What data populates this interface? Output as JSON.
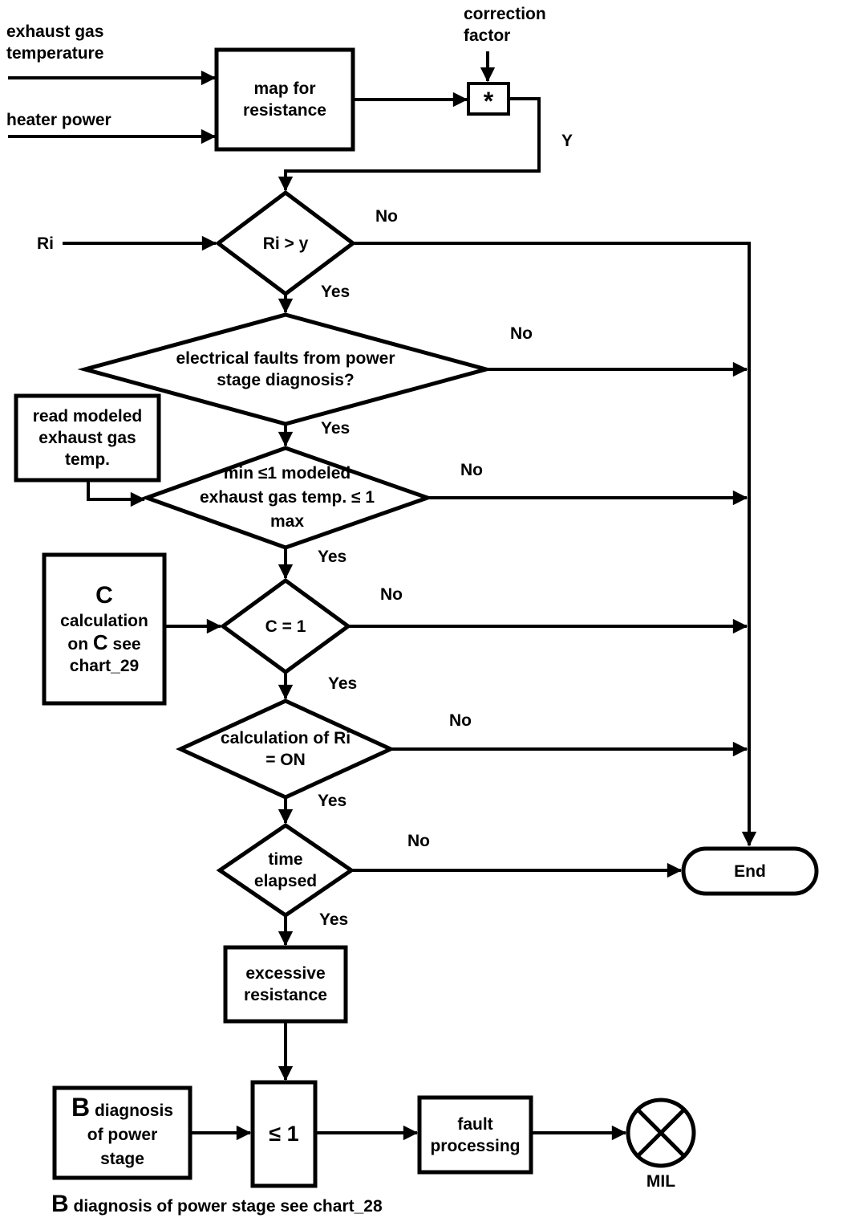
{
  "colors": {
    "background": "#ffffff",
    "line": "#000000"
  },
  "labels": {
    "exhaust_gas_temperature": "exhaust gas\ntemperature",
    "heater_power": "heater power",
    "correction_factor": "correction\nfactor",
    "ri_input": "Ri",
    "y_label": "Y",
    "yes": "Yes",
    "no": "No"
  },
  "nodes": {
    "map_for_resistance": "map for\nresistance",
    "multiplier": "*",
    "ri_gt_y": "Ri > y",
    "electrical_faults": "electrical faults from power\nstage diagnosis?",
    "read_modeled": "read modeled\nexhaust gas\ntemp.",
    "temp_range_check": "min ≤1  modeled\nexhaust gas temp. ≤ 1\nmax",
    "c_calculation": {
      "line1": "C",
      "line2": "calculation",
      "line3_pre": "on ",
      "line3_big": "C",
      "line3_post": " see",
      "line4": "chart_29"
    },
    "c_equals_1": "C = 1",
    "calculation_of_ri": "calculation of Ri\n= ON",
    "time_elapsed": "time\nelapsed",
    "end": "End",
    "excessive_resistance": "excessive\nresistance",
    "b_diagnosis": {
      "line1_big": "B",
      "line1_rest": " diagnosis",
      "line2": "of power",
      "line3": "stage"
    },
    "le_one": "≤ 1",
    "fault_processing": "fault\nprocessing",
    "mil": "MIL"
  },
  "footer": {
    "big": "B",
    "rest": " diagnosis of power stage see chart_28"
  }
}
